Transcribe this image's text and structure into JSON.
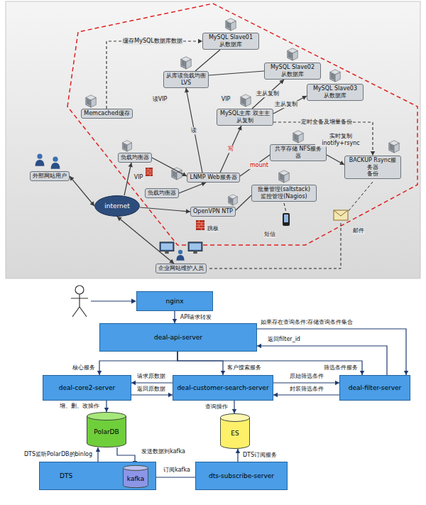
{
  "diagram": {
    "nodes": [
      {
        "text": [
          "Memcached缓存"
        ]
      },
      {
        "text": [
          "MySQL Slave01 从数据库"
        ]
      },
      {
        "text": [
          "MySQL Slave02 从数据库"
        ]
      },
      {
        "text": [
          "MySQL Slave03 从数据库"
        ]
      },
      {
        "text": [
          "从库读负载均衡",
          "LVS"
        ]
      },
      {
        "text": [
          "MySQL主库 双主主从复制"
        ]
      },
      {
        "text": [
          "共享存储 NFS服务器"
        ]
      },
      {
        "text": [
          "LNMP Web服务器"
        ]
      },
      {
        "text": [
          "负载均衡器"
        ]
      },
      {
        "text": [
          "负载均衡器"
        ]
      },
      {
        "text": [
          "BACKUP Rsync服务器",
          "备份"
        ]
      },
      {
        "text": [
          "批量管理(saltstack) 监控管理(Nagios)"
        ]
      },
      {
        "text": [
          "OpenVPN NTP"
        ]
      },
      {
        "text": [
          "外部网站用户"
        ]
      },
      {
        "text": [
          "internet"
        ]
      },
      {
        "text": [
          "企业网站维护人员"
        ]
      },
      {
        "text": [
          "nginx"
        ]
      },
      {
        "text": [
          "deal-api-server"
        ]
      },
      {
        "text": [
          "deal-core2-server"
        ]
      },
      {
        "text": [
          "deal-customer-search-server"
        ]
      },
      {
        "text": [
          "deal-filter-server"
        ]
      },
      {
        "text": [
          "PolarDB"
        ]
      },
      {
        "text": [
          "ES"
        ]
      },
      {
        "text": [
          "DTS"
        ]
      },
      {
        "text": [
          "kafka"
        ],
        "in": 23
      },
      {
        "text": [
          "dts-subscribe-server"
        ]
      }
    ],
    "edges": [
      {
        "from": 0,
        "to": 1,
        "arrow": "to",
        "label": "缓存MySQL数据库数据"
      },
      {
        "from": 4,
        "to": 1,
        "arrow": "none"
      },
      {
        "from": 4,
        "to": 2,
        "arrow": "none"
      },
      {
        "from": 5,
        "to": 2,
        "arrow": "to",
        "label": "主从复制"
      },
      {
        "from": 5,
        "to": 3,
        "arrow": "to",
        "label": "主从复制"
      },
      {
        "from": 5,
        "to": 10,
        "arrow": "to",
        "label": "定时全备及增量备份"
      },
      {
        "from": 6,
        "to": 10,
        "arrow": "to",
        "label": "实时复制 inotify+rsync"
      },
      {
        "from": 7,
        "to": 6,
        "arrow": "none",
        "label": "mount"
      },
      {
        "from": 7,
        "to": 5,
        "arrow": "to",
        "label": "写"
      },
      {
        "from": 7,
        "to": 4,
        "arrow": "to",
        "label": "读"
      },
      {
        "from": 8,
        "to": 7,
        "arrow": "to"
      },
      {
        "from": 9,
        "to": 7,
        "arrow": "to"
      },
      {
        "from": 13,
        "to": 14,
        "arrow": "both"
      },
      {
        "from": 14,
        "to": 8,
        "arrow": "to"
      },
      {
        "from": 14,
        "to": 12,
        "arrow": "to"
      },
      {
        "from": 15,
        "to": 14,
        "arrow": "both"
      },
      {
        "from": 12,
        "to": 11,
        "arrow": "none"
      },
      {
        "from": 16,
        "to": 17,
        "arrow": "to",
        "label": "API请求转发"
      },
      {
        "from": 17,
        "to": 20,
        "arrow": "to",
        "label": "如果存在查询条件:存储查询条件集合"
      },
      {
        "from": 20,
        "to": 17,
        "arrow": "to",
        "label": "返回filter_id"
      },
      {
        "from": 17,
        "to": 18,
        "arrow": "to",
        "label": "核心服务"
      },
      {
        "from": 17,
        "to": 19,
        "arrow": "to",
        "label": "客户搜索服务"
      },
      {
        "from": 17,
        "to": 20,
        "arrow": "to",
        "label": "筛选条件服务"
      },
      {
        "from": 19,
        "to": 18,
        "arrow": "to",
        "label": "请求原数据"
      },
      {
        "from": 18,
        "to": 19,
        "arrow": "to",
        "label": "返回原数据"
      },
      {
        "from": 19,
        "to": 20,
        "arrow": "to",
        "label": "原始筛选条件"
      },
      {
        "from": 20,
        "to": 19,
        "arrow": "to",
        "label": "封装筛选条件"
      },
      {
        "from": 18,
        "to": 21,
        "arrow": "to",
        "label": "增、删、改操作"
      },
      {
        "from": 19,
        "to": 22,
        "arrow": "to",
        "label": "查询操作"
      },
      {
        "from": 23,
        "to": 21,
        "arrow": "to",
        "label": "DTS监听PolarDB的binlog"
      },
      {
        "from": 21,
        "to": 24,
        "arrow": "to",
        "label": "发送数据到kafka"
      },
      {
        "from": 25,
        "to": 24,
        "arrow": "to",
        "label": "订阅kafka"
      },
      {
        "from": 25,
        "to": 22,
        "arrow": "to",
        "label": "DTS订阅服务"
      }
    ],
    "labels": [
      "读VIP",
      "VIP",
      "VIP",
      "跳板",
      "短信",
      "邮件"
    ]
  }
}
